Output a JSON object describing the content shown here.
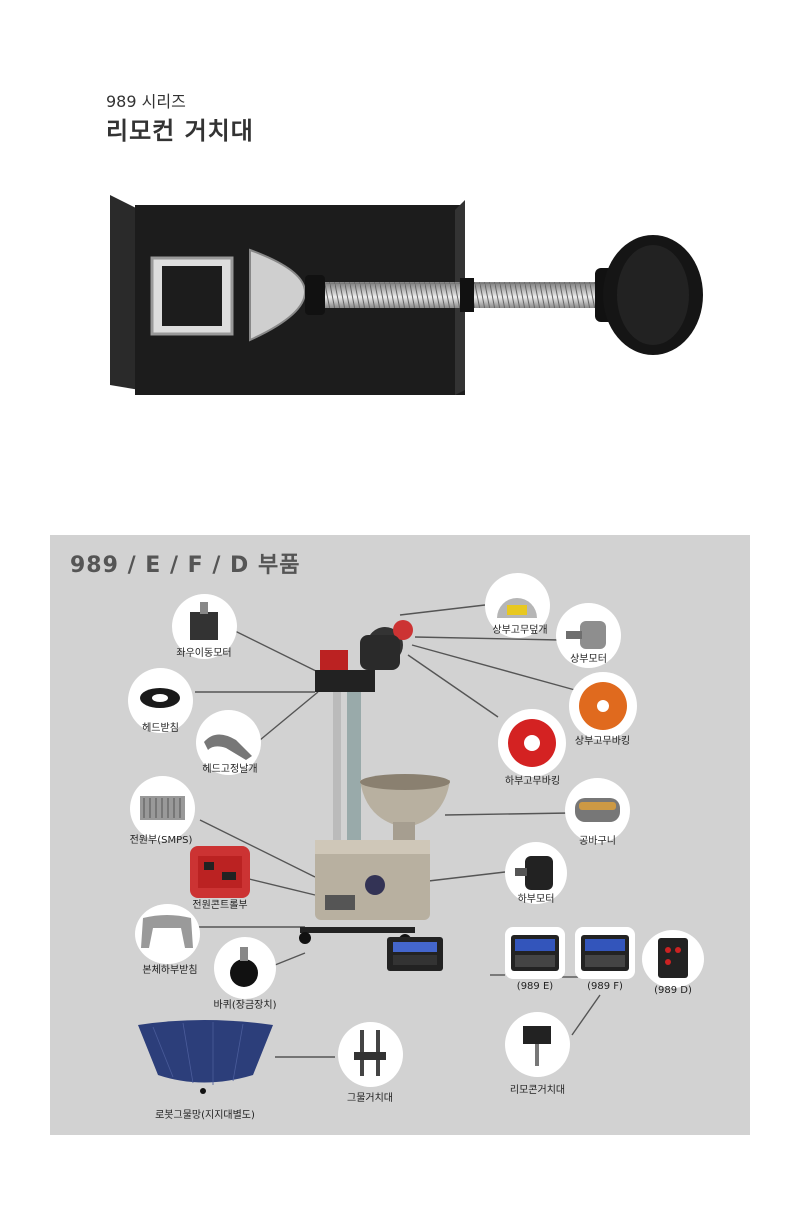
{
  "header": {
    "series": "989 시리즈",
    "title": "리모컨 거치대"
  },
  "panel": {
    "title": "989 / E / F / D 부품"
  },
  "parts": {
    "upper_rubber_cover": "상부고무덮개",
    "upper_motor": "상부모터",
    "upper_rubber_wheel": "상부고무바킹",
    "lower_rubber_wheel": "하부고무바킹",
    "ball_basket": "공바구니",
    "lower_motor": "하부모터",
    "lr_motor": "좌우이동모터",
    "head_support": "헤드받침",
    "head_fix_wing": "헤드고정날개",
    "smps": "전원부(SMPS)",
    "power_control": "전원콘트롤부",
    "body_lower_support": "본체하부받침",
    "wheel": "바퀴(장금장치)",
    "net": "로봇그물망(지지대별도)",
    "net_holder": "그물거치대",
    "remote_holder": "리모콘거치대",
    "ctrl_e": "(989 E)",
    "ctrl_f": "(989 F)",
    "ctrl_d": "(989 D)"
  },
  "colors": {
    "panel_bg": "#d2d2d2",
    "bracket": "#1c1c1c",
    "orange_wheel": "#e06a1e",
    "red_wheel": "#d42222"
  }
}
